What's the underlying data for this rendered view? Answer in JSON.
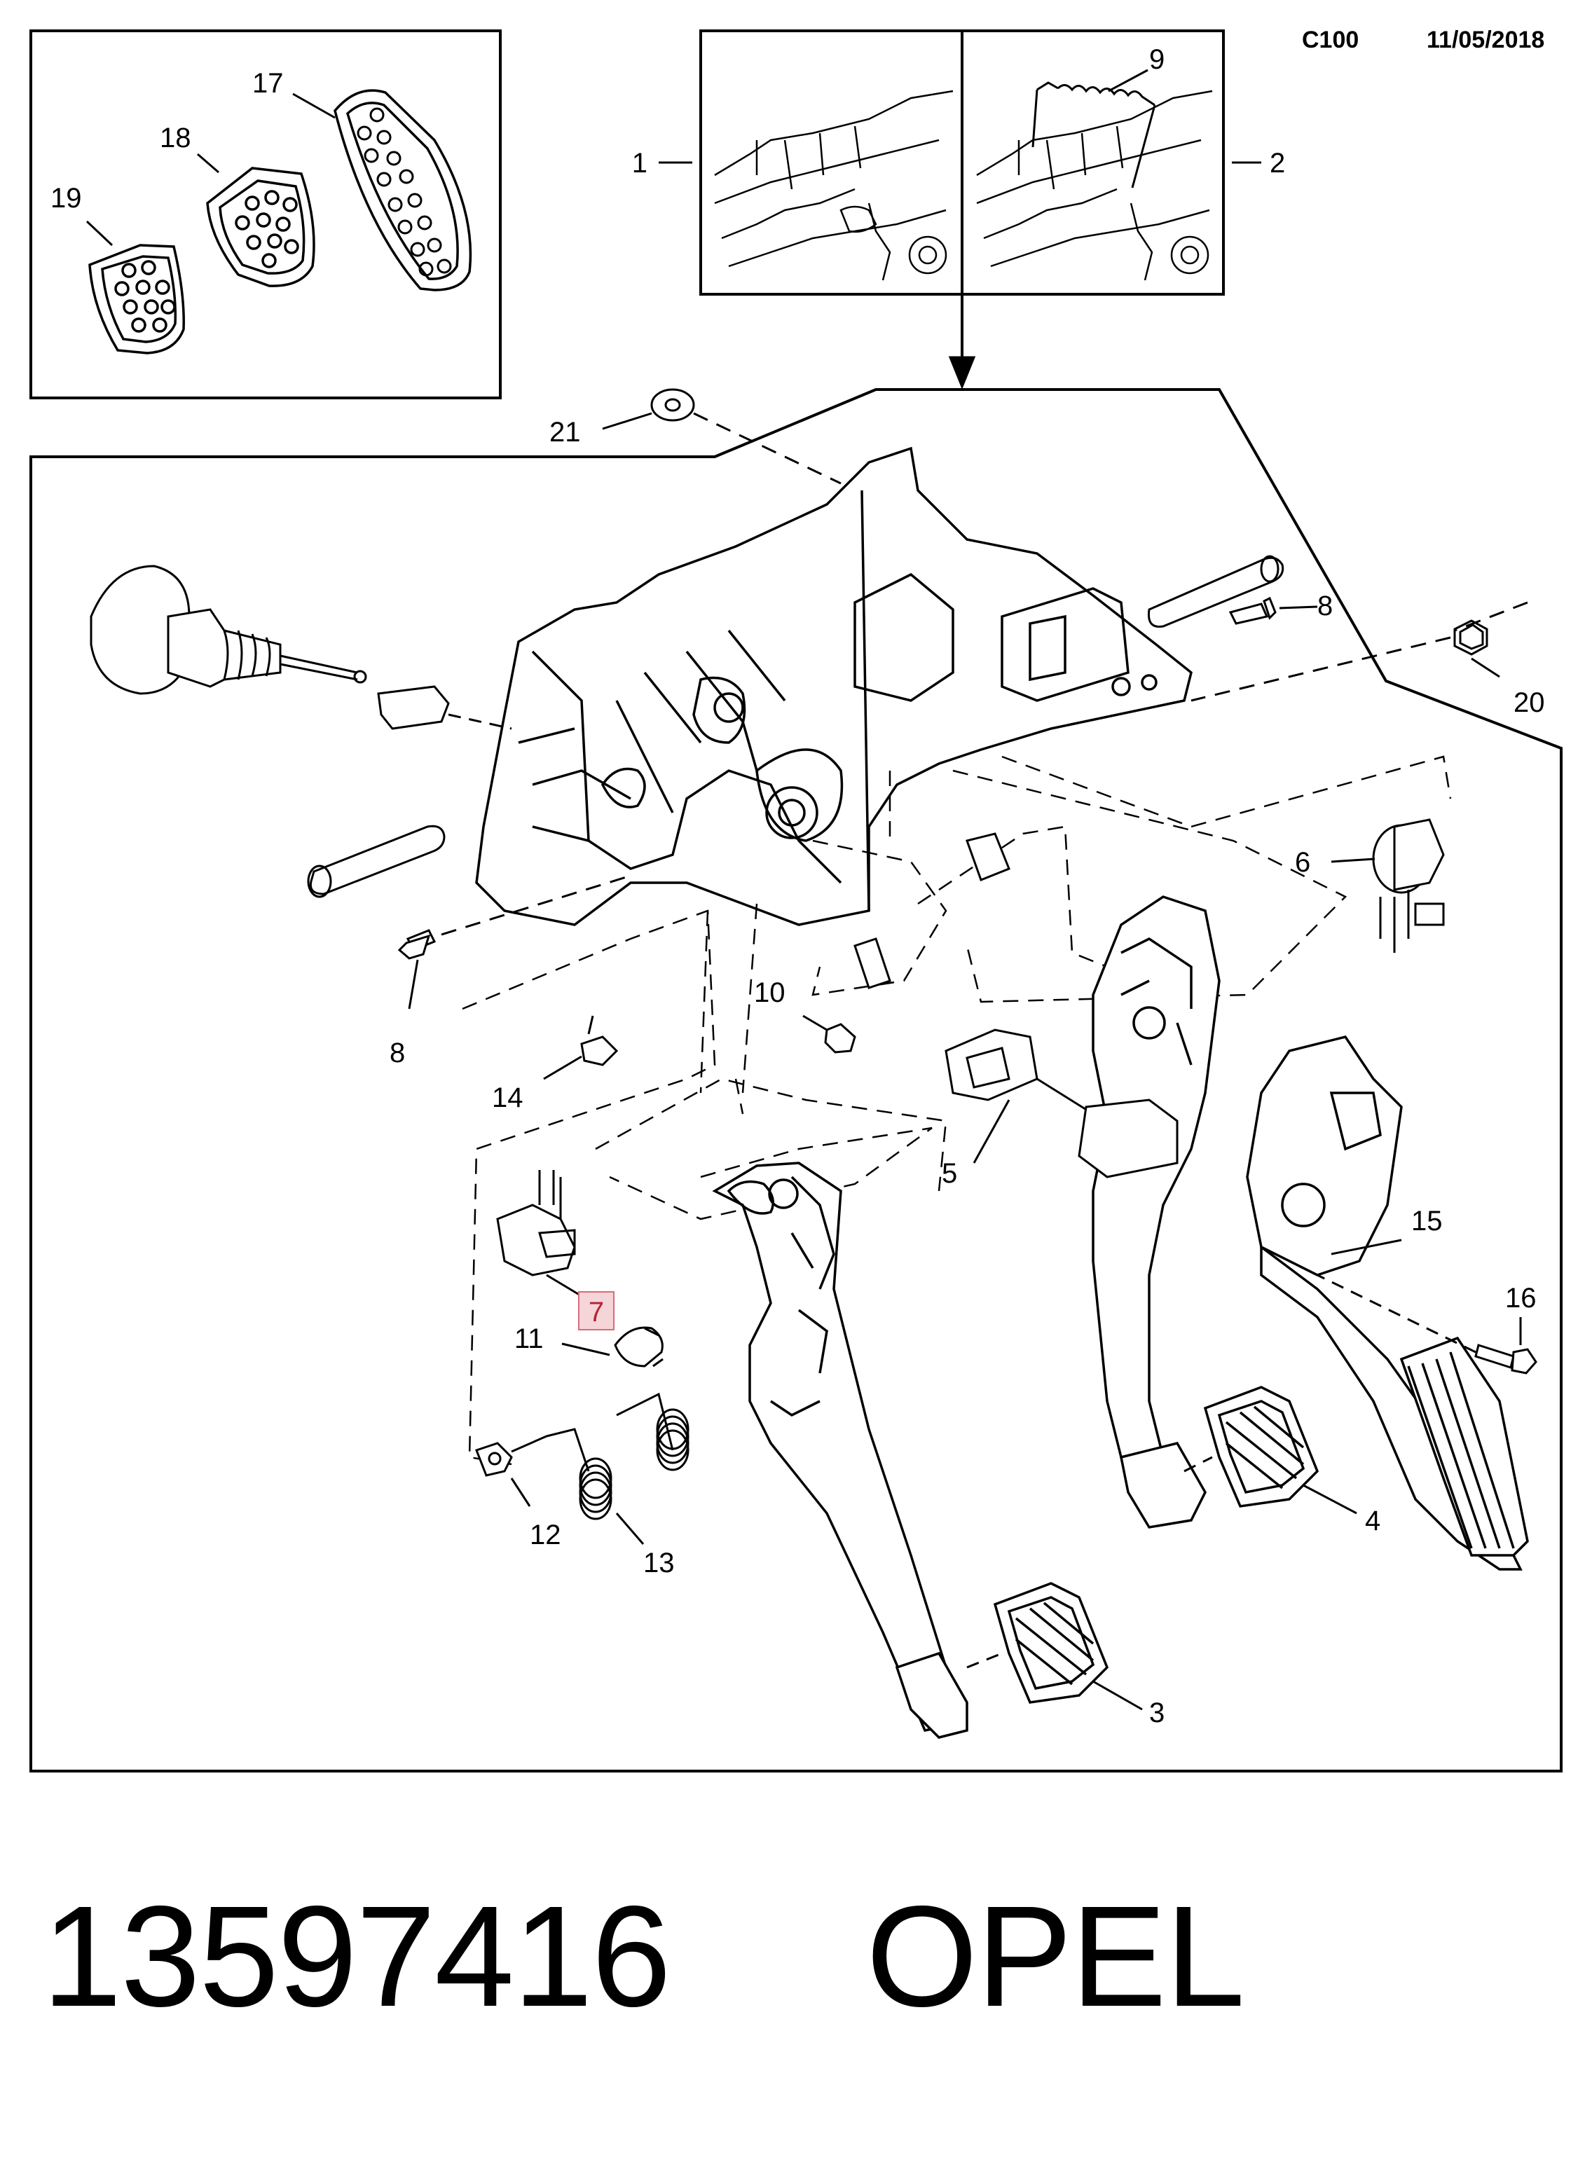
{
  "header": {
    "code": "C100",
    "date": "11/05/2018"
  },
  "callouts": {
    "c1": "1",
    "c2": "2",
    "c3": "3",
    "c4": "4",
    "c5": "5",
    "c6": "6",
    "c7": "7",
    "c8a": "8",
    "c8b": "8",
    "c9": "9",
    "c10": "10",
    "c11": "11",
    "c12": "12",
    "c13": "13",
    "c14": "14",
    "c15": "15",
    "c16": "16",
    "c17": "17",
    "c18": "18",
    "c19": "19",
    "c20": "20",
    "c21": "21"
  },
  "highlighted_callout": "7",
  "footer": {
    "part_number": "13597416",
    "brand": "OPEL"
  }
}
